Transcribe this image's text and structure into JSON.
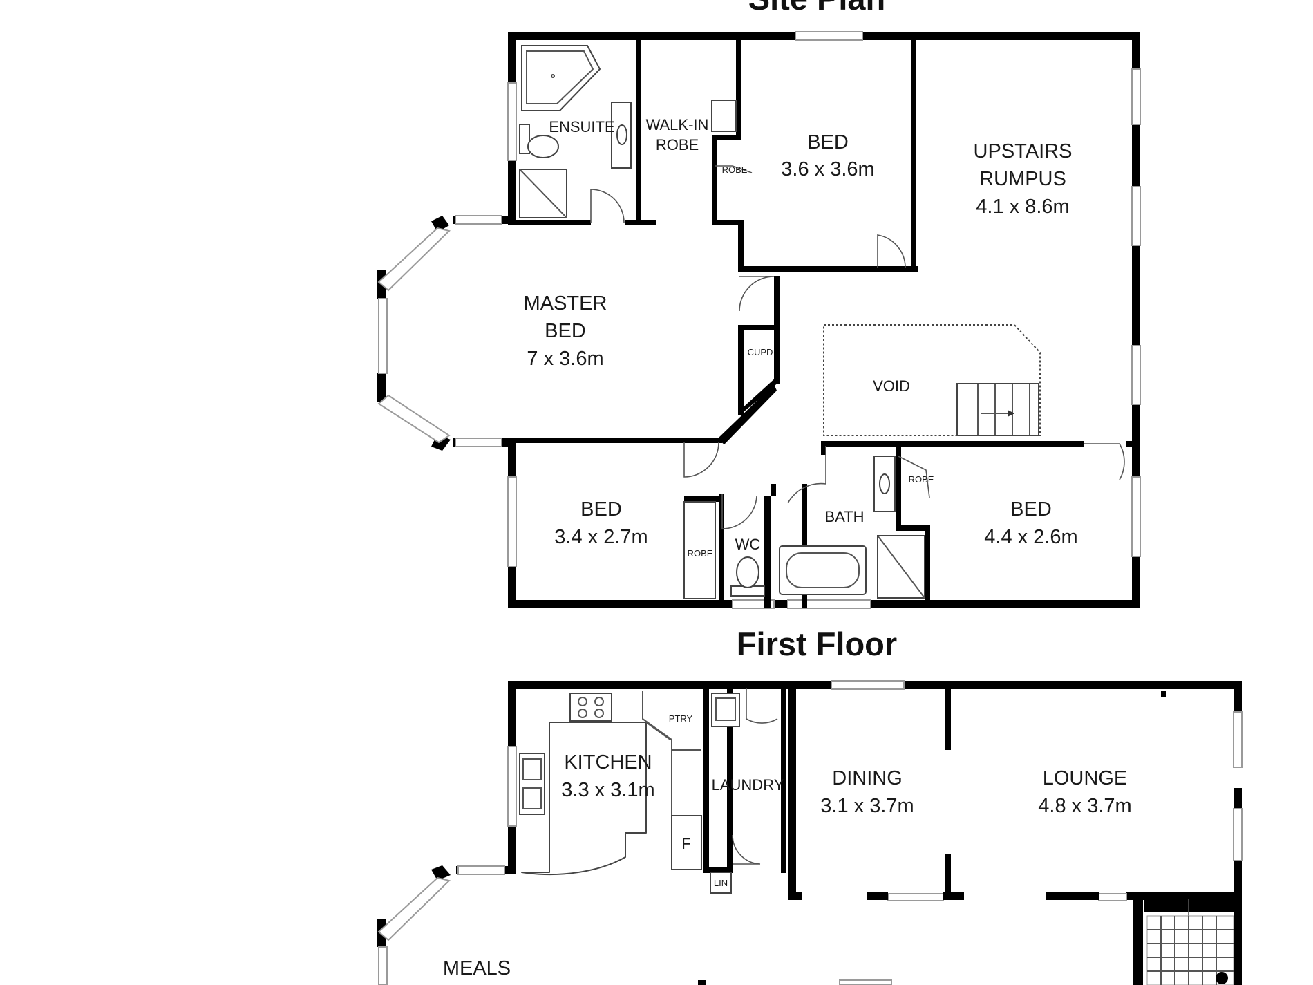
{
  "titles": {
    "upper": "Site Plan",
    "lower": "First Floor"
  },
  "upstairs": {
    "ensuite": "ENSUITE",
    "walk_in_robe_1": "WALK-IN",
    "walk_in_robe_2": "ROBE",
    "robe_bed1": "ROBE",
    "bed1_name": "BED",
    "bed1_size": "3.6 x 3.6m",
    "rumpus_1": "UPSTAIRS",
    "rumpus_2": "RUMPUS",
    "rumpus_size": "4.1 x 8.6m",
    "master_1": "MASTER",
    "master_2": "BED",
    "master_size": "7 x 3.6m",
    "cupd": "CUPD",
    "void": "VOID",
    "bed2_name": "BED",
    "bed2_size": "3.4 x 2.7m",
    "robe_bed2": "ROBE",
    "wc": "WC",
    "bath": "BATH",
    "robe_bed3": "ROBE",
    "bed3_name": "BED",
    "bed3_size": "4.4 x 2.6m"
  },
  "ground": {
    "kitchen_name": "KITCHEN",
    "kitchen_size": "3.3 x 3.1m",
    "pantry": "PTRY",
    "fridge": "F",
    "laundry": "LAUNDRY",
    "lin": "LIN",
    "dining_name": "DINING",
    "dining_size": "3.1 x 3.7m",
    "lounge_name": "LOUNGE",
    "lounge_size": "4.8 x 3.7m",
    "meals_name": "MEALS"
  }
}
